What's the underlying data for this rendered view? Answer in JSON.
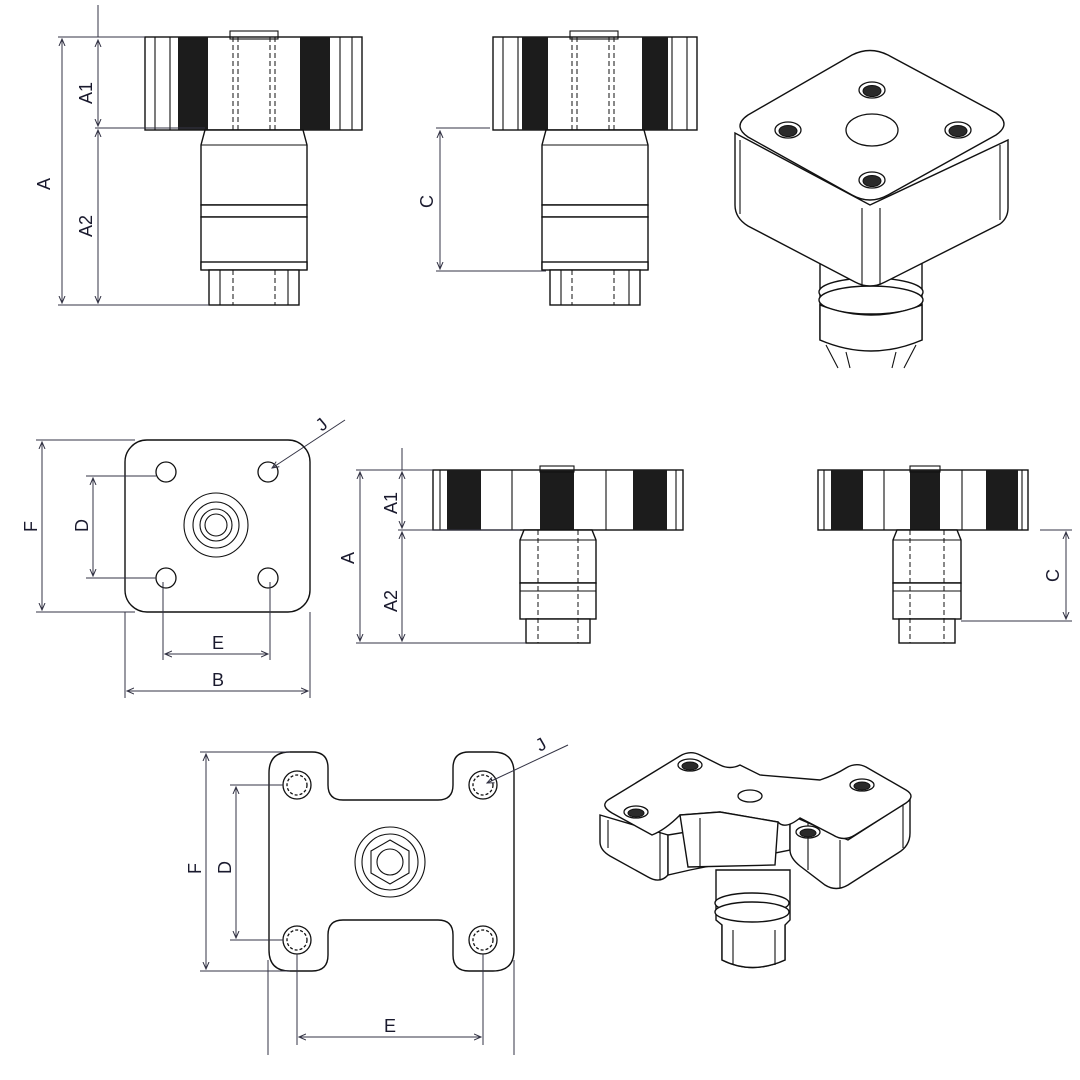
{
  "dimension_labels": {
    "A": "A",
    "A1": "A1",
    "A2": "A2",
    "B": "B",
    "C": "C",
    "D": "D",
    "E": "E",
    "F": "F",
    "J": "J"
  },
  "colors": {
    "line": "#111111",
    "dimension": "#333344",
    "thread": "#1c1c1c",
    "background": "#ffffff"
  }
}
